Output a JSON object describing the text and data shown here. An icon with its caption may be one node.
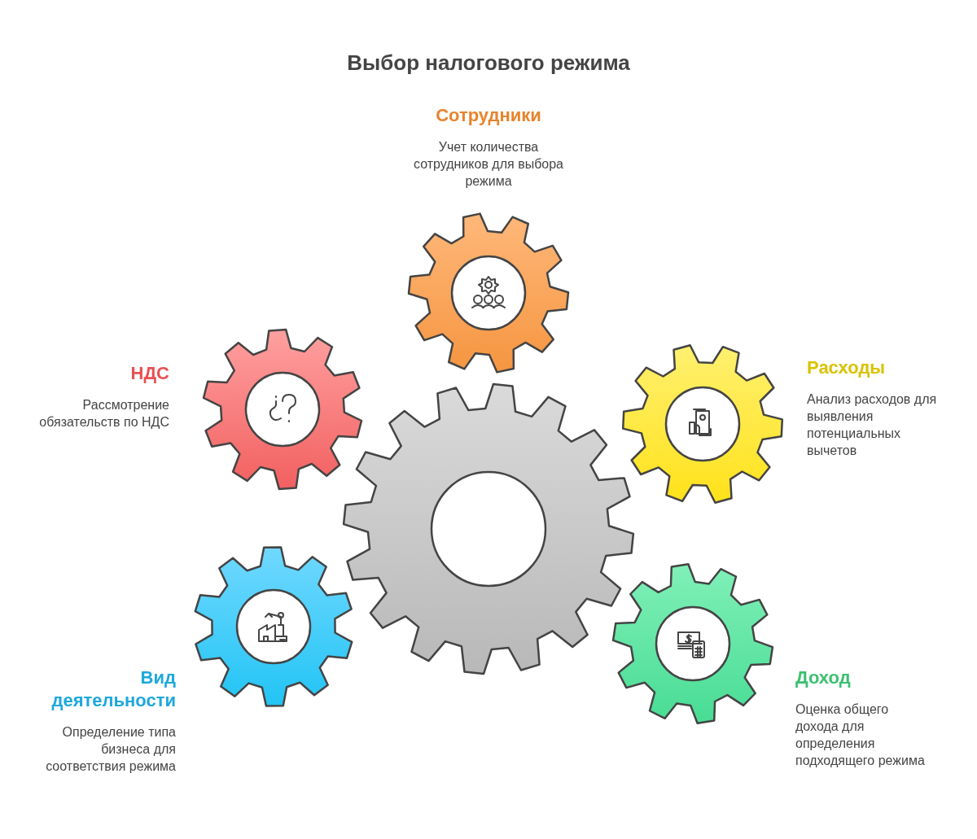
{
  "diagram": {
    "title": "Выбор налогового режима",
    "nodes": [
      {
        "text": [
          "Сотрудники",
          "Учет количества сотрудников для выбора режима"
        ]
      },
      {
        "text": [
          "НДС",
          "Рассмотрение обязательств по НДС"
        ]
      },
      {
        "text": [
          "Расходы",
          "Анализ расходов для выявления потенциальных вычетов"
        ]
      },
      {
        "text": [
          "Вид деятельности",
          "Определение типа бизнеса для соответствия режима"
        ]
      },
      {
        "text": [
          "Доход",
          "Оценка общего дохода для определения подходящего режима"
        ]
      }
    ],
    "edges": []
  }
}
